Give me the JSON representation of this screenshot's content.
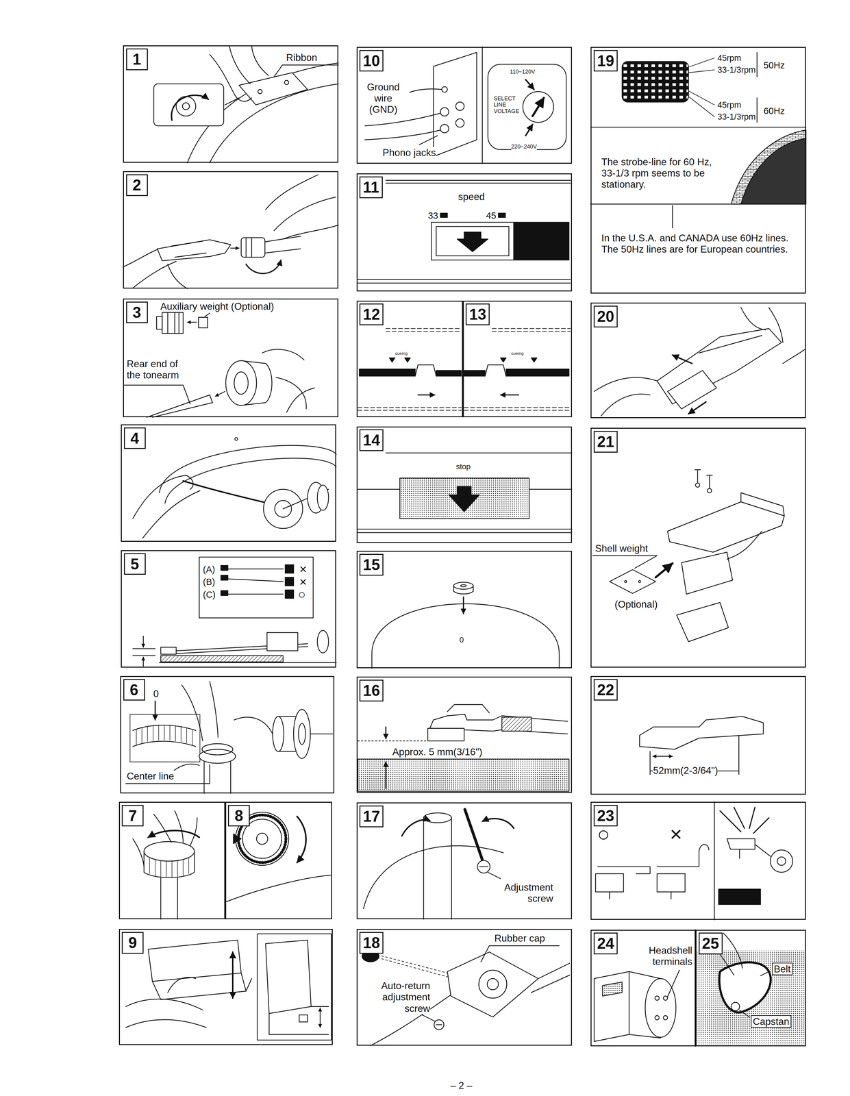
{
  "diagram": {
    "nodes": [
      {
        "text": [
          "1",
          "Ribbon"
        ]
      },
      {
        "text": [
          "2"
        ]
      },
      {
        "text": [
          "3",
          "Auxiliary weight (Optional)",
          "Rear end of the tonearm"
        ]
      },
      {
        "text": [
          "4"
        ]
      },
      {
        "text": [
          "5",
          "(A)",
          "×",
          "(B)",
          "×",
          "(C)",
          "○"
        ]
      },
      {
        "text": [
          "6",
          "0",
          "Center line"
        ]
      },
      {
        "text": [
          "7"
        ]
      },
      {
        "text": [
          "8"
        ]
      },
      {
        "text": [
          "9"
        ]
      },
      {
        "text": [
          "10",
          "Ground wire (GND)",
          "Phono jacks",
          "110~120V",
          "SELECT LINE VOLTAGE",
          "220~240V"
        ]
      },
      {
        "text": [
          "11",
          "speed",
          "33",
          "45"
        ]
      },
      {
        "text": [
          "12",
          "cueing"
        ]
      },
      {
        "text": [
          "13",
          "cueing"
        ]
      },
      {
        "text": [
          "14",
          "stop"
        ]
      },
      {
        "text": [
          "15",
          "0"
        ]
      },
      {
        "text": [
          "16",
          "Approx. 5 mm(3/16\")"
        ]
      },
      {
        "text": [
          "17",
          "Adjustment screw"
        ]
      },
      {
        "text": [
          "18",
          "Rubber cap",
          "Auto-return adjustment screw"
        ]
      },
      {
        "text": [
          "19",
          "45rpm",
          "33-1/3rpm",
          "50Hz",
          "45rpm",
          "33-1/3rpm",
          "60Hz",
          "The strobe-line for 60 Hz, 33-1/3 rpm seems to be stationary.",
          "In the U.S.A. and CANADA use 60Hz lines. The 50Hz lines are for European countries."
        ]
      },
      {
        "text": [
          "20"
        ]
      },
      {
        "text": [
          "21",
          "Shell weight",
          "(Optional)"
        ]
      },
      {
        "text": [
          "22",
          "52mm(2-3/64\")"
        ]
      },
      {
        "text": [
          "23",
          "○",
          "×"
        ]
      },
      {
        "text": [
          "24",
          "Headshell terminals"
        ]
      },
      {
        "text": [
          "25",
          "Belt",
          "Capstan"
        ]
      }
    ],
    "labels": [
      "– 2 –"
    ]
  }
}
